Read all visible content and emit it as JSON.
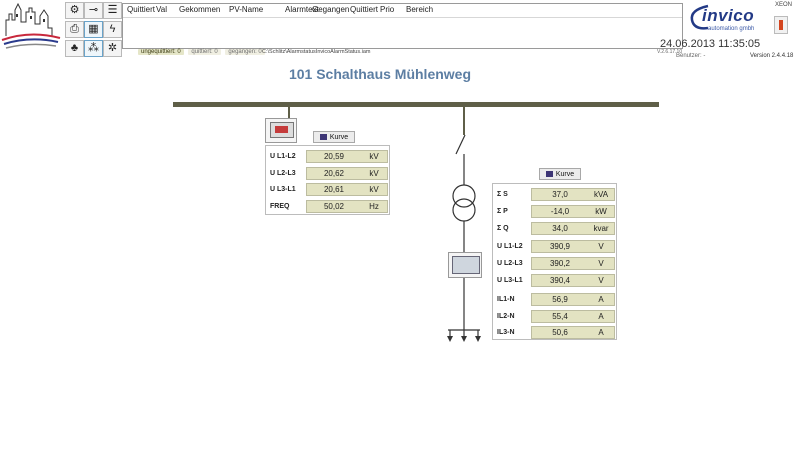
{
  "toolbar": {
    "buttons": [
      {
        "name": "alarm-summary-icon",
        "glyph": "⚙"
      },
      {
        "name": "key-icon",
        "glyph": "⊸"
      },
      {
        "name": "list-view-icon",
        "glyph": "☰"
      },
      {
        "name": "printer-icon",
        "glyph": "⎙"
      },
      {
        "name": "panel-icon",
        "glyph": "▦"
      },
      {
        "name": "lightning-icon",
        "glyph": "ϟ"
      },
      {
        "name": "bell-icon",
        "glyph": "♣"
      },
      {
        "name": "network-icon",
        "glyph": "⁂"
      },
      {
        "name": "settings-icon",
        "glyph": "✲"
      }
    ]
  },
  "alarm_table": {
    "columns": [
      "Quittiert",
      "Val",
      "Gekommen",
      "PV-Name",
      "Alarmtext",
      "Gegangen",
      "Quittiert",
      "Prio",
      "Bereich"
    ]
  },
  "status": {
    "ungequittiert": "ungequittiert: 0",
    "quittiert": "quittiert: 0",
    "gegangen": "gegangen: 0",
    "path": "C:\\Schlitz\\AlarmstatusInvicoAlarmStatus.iam",
    "path_version": "V.2.6.17.10"
  },
  "brand": {
    "name": "invico",
    "subtitle": "automation gmbh",
    "host": "XEON",
    "datetime": "24.06.2013 11:35:05",
    "user": "Benutzer: -",
    "version": "Version 2.4.4.18"
  },
  "page": {
    "title": "101 Schalthaus Mühlenweg"
  },
  "left_meter": {
    "kurve_label": "Kurve",
    "rows": [
      {
        "label": "U L1-L2",
        "value": "20,59",
        "unit": "kV"
      },
      {
        "label": "U L2-L3",
        "value": "20,62",
        "unit": "kV"
      },
      {
        "label": "U L3-L1",
        "value": "20,61",
        "unit": "kV"
      },
      {
        "label": "FREQ",
        "value": "50,02",
        "unit": "Hz"
      }
    ]
  },
  "right_meter": {
    "kurve_label": "Kurve",
    "rows": [
      {
        "label": "Σ S",
        "value": "37,0",
        "unit": "kVA"
      },
      {
        "label": "Σ P",
        "value": "-14,0",
        "unit": "kW"
      },
      {
        "label": "Σ Q",
        "value": "34,0",
        "unit": "kvar"
      },
      {
        "label": "U L1-L2",
        "value": "390,9",
        "unit": "V"
      },
      {
        "label": "U L2-L3",
        "value": "390,2",
        "unit": "V"
      },
      {
        "label": "U L3-L1",
        "value": "390,4",
        "unit": "V"
      },
      {
        "label": "IL1-N",
        "value": "56,9",
        "unit": "A"
      },
      {
        "label": "IL2-N",
        "value": "55,4",
        "unit": "A"
      },
      {
        "label": "IL3-N",
        "value": "50,6",
        "unit": "A"
      }
    ]
  },
  "colors": {
    "busbar": "#5f5f48",
    "value_bg": "#e3e3c2",
    "title": "#5c7ea3",
    "brand": "#233a86"
  }
}
